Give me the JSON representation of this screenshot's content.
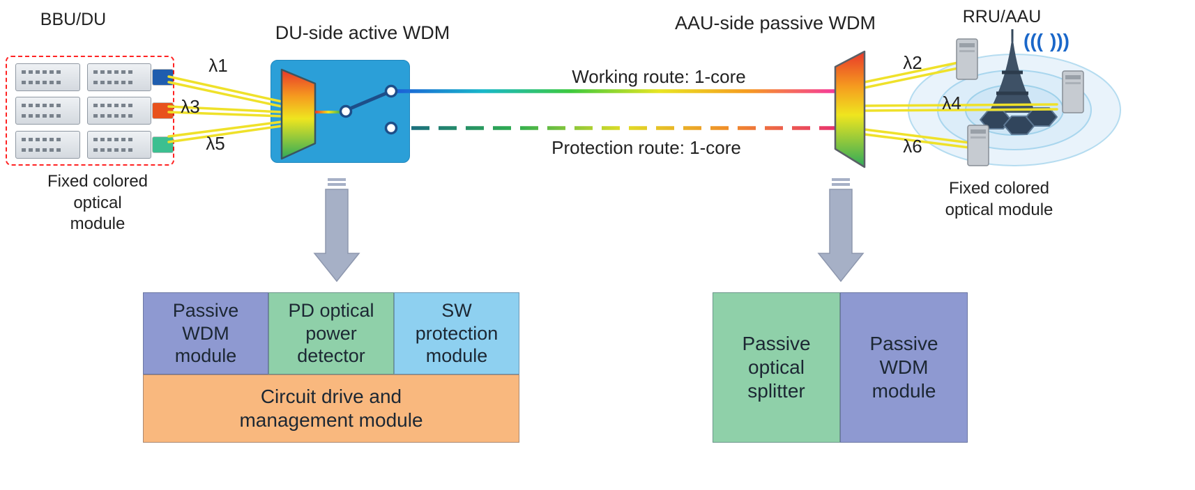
{
  "left": {
    "title": "BBU/DU",
    "caption": "Fixed colored\noptical\nmodule",
    "lambdas": [
      "λ1",
      "λ3",
      "λ5"
    ]
  },
  "du_wdm": {
    "title": "DU-side active WDM"
  },
  "routes": {
    "working": "Working route: 1-core",
    "protection": "Protection route: 1-core"
  },
  "aau_wdm": {
    "title": "AAU-side passive WDM"
  },
  "right": {
    "title": "RRU/AAU",
    "caption": "Fixed colored\noptical module",
    "lambdas": [
      "λ2",
      "λ4",
      "λ6"
    ]
  },
  "du_modules": {
    "cells": [
      {
        "label": "Passive\nWDM\nmodule",
        "color": "#8e99d1"
      },
      {
        "label": "PD optical\npower\ndetector",
        "color": "#8fd0a9"
      },
      {
        "label": "SW\nprotection\nmodule",
        "color": "#8ed0f0"
      }
    ],
    "base": {
      "label": "Circuit drive and\nmanagement module",
      "color": "#f9b87e"
    }
  },
  "aau_modules": {
    "cells": [
      {
        "label": "Passive\noptical\nsplitter",
        "color": "#8fd0a9"
      },
      {
        "label": "Passive\nWDM\nmodule",
        "color": "#8e99d1"
      }
    ]
  },
  "colors": {
    "module_tab_blue": "#1f5dae",
    "module_tab_orange": "#e8521d",
    "module_tab_green": "#3cbf90",
    "fiber_yellow": "#efe12a",
    "du_box_blue": "#2b9fd8",
    "dashed_border_red": "#ff2222",
    "arrow_gray": "#a6b0c6",
    "working_route_gradient": [
      "#1b5ed8",
      "#18b7c9",
      "#3dc93d",
      "#e8e522",
      "#f59b1f",
      "#f5399b"
    ],
    "protection_route_gradient": [
      "#1b6f7e",
      "#2fae4e",
      "#e0dd25",
      "#f08c28",
      "#e8326e"
    ],
    "prism_gradient": [
      "#e8372a",
      "#f59b1f",
      "#efe51f",
      "#2faa5a"
    ]
  }
}
